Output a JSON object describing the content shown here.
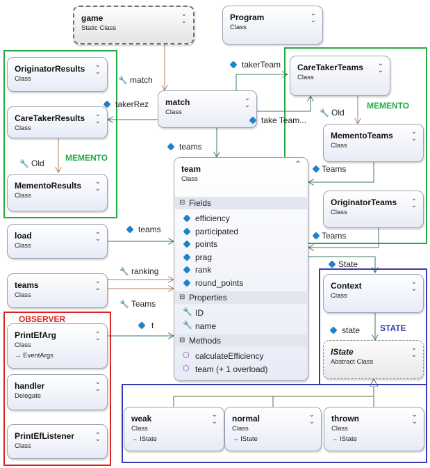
{
  "classes": {
    "game": {
      "name": "game",
      "stereotype": "Static Class"
    },
    "program": {
      "name": "Program",
      "stereotype": "Class"
    },
    "originator_results": {
      "name": "OriginatorResults",
      "stereotype": "Class"
    },
    "caretaker_results": {
      "name": "CareTakerResults",
      "stereotype": "Class"
    },
    "memento_results": {
      "name": "MementoResults",
      "stereotype": "Class"
    },
    "match": {
      "name": "match",
      "stereotype": "Class"
    },
    "caretaker_teams": {
      "name": "CareTakerTeams",
      "stereotype": "Class"
    },
    "memento_teams": {
      "name": "MementoTeams",
      "stereotype": "Class"
    },
    "originator_teams": {
      "name": "OriginatorTeams",
      "stereotype": "Class"
    },
    "team": {
      "name": "team",
      "stereotype": "Class"
    },
    "load": {
      "name": "load",
      "stereotype": "Class"
    },
    "teams": {
      "name": "teams",
      "stereotype": "Class"
    },
    "context": {
      "name": "Context",
      "stereotype": "Class"
    },
    "print_ef_arg": {
      "name": "PrintEfArg",
      "stereotype": "Class",
      "base": "→ EventArgs"
    },
    "handler": {
      "name": "handler",
      "stereotype": "Delegate"
    },
    "print_ef_listener": {
      "name": "PrintEfListener",
      "stereotype": "Class"
    },
    "istate": {
      "name": "IState",
      "stereotype": "Abstract Class"
    },
    "weak": {
      "name": "weak",
      "stereotype": "Class",
      "base": "→ IState"
    },
    "normal": {
      "name": "normal",
      "stereotype": "Class",
      "base": "→ IState"
    },
    "thrown": {
      "name": "thrown",
      "stereotype": "Class",
      "base": "→ IState"
    }
  },
  "team_sections": {
    "fields_label": "Fields",
    "fields": [
      "efficiency",
      "participated",
      "points",
      "prag",
      "rank",
      "round_points"
    ],
    "properties_label": "Properties",
    "properties": [
      "ID",
      "name"
    ],
    "methods_label": "Methods",
    "methods": [
      "calculateEfficiency",
      "team (+ 1 overload)"
    ]
  },
  "groups": {
    "memento_left": "MEMENTO",
    "memento_right": "MEMENTO",
    "observer": "OBSERVER",
    "state": "STATE"
  },
  "associations": {
    "match_game": "match",
    "taker_rez": "takerRez",
    "taker_team": "takerTeam",
    "take_team_short": "take Team...",
    "old_right": "Old",
    "old_left": "Old",
    "teams_match_team": "teams",
    "teams_memento": "Teams",
    "teams_originator": "Teams",
    "load_teams": "teams",
    "ranking": "ranking",
    "teams_prop": "Teams",
    "t": "t",
    "state": "State",
    "state_field": "state"
  },
  "icons": {
    "field": "field-icon",
    "property": "wrench-icon",
    "method": "method-cube-icon",
    "collapse": "chevron-double-down-icon",
    "expand": "chevron-double-up-icon",
    "section_toggle": "minus-toggle-icon"
  },
  "colors": {
    "memento_frame": "#22aa44",
    "observer_frame": "#dd2222",
    "state_frame": "#3a3ab0",
    "field_icon": "#1e82c8",
    "arrow_brown": "#b07a5a",
    "arrow_green": "#3a7a5a"
  }
}
